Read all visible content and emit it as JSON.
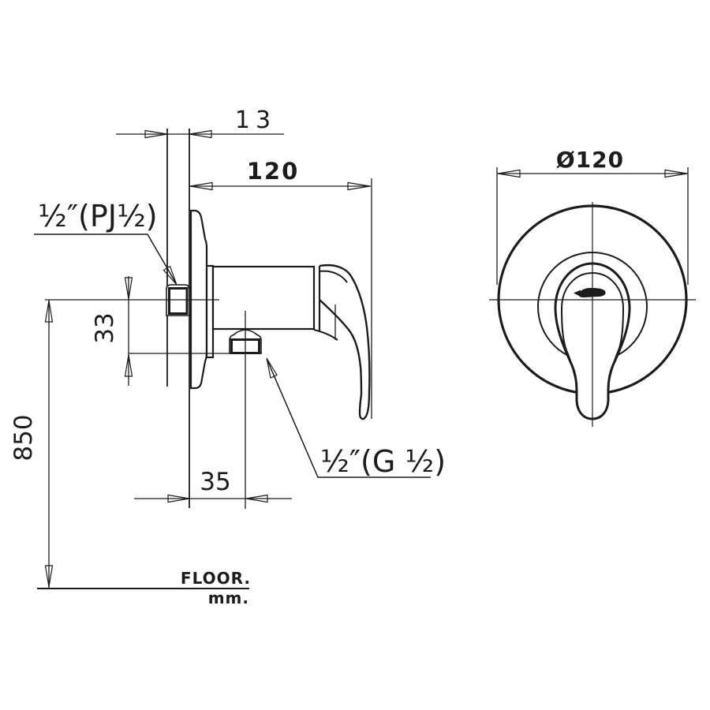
{
  "drawing": {
    "background": "#ffffff",
    "line_color": "#1c1c1c",
    "side_view": {
      "dim_wall_gap": "13",
      "dim_projection": "120",
      "dim_center_drop": "33",
      "dim_outlet_offset": "35",
      "dim_floor_height": "850",
      "inlet_label": "½″(PJ½)",
      "outlet_label": "½″(G ½)",
      "floor_label": "FLOOR.",
      "unit_label": "mm."
    },
    "front_view": {
      "dim_plate_diameter": "Ø120"
    }
  }
}
